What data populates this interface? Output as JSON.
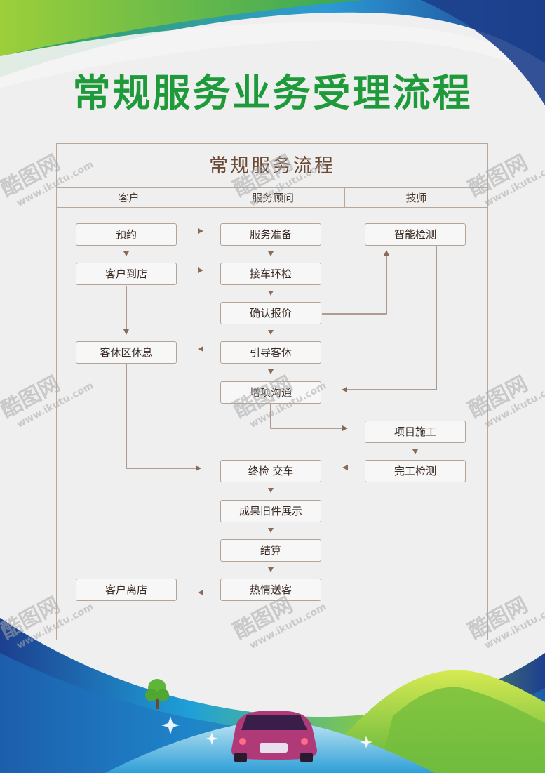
{
  "title": "常规服务业务受理流程",
  "subtitle": "常规服务流程",
  "lanes": [
    "客户",
    "服务顾问",
    "技师"
  ],
  "steps": {
    "yuyue": "预约",
    "daodian": "客户到店",
    "xiuxi": "客休区休息",
    "likai": "客户离店",
    "zhunbei": "服务准备",
    "jiechu": "接车环检",
    "baojia": "确认报价",
    "yindao": "引导客休",
    "zengxiang": "增项沟通",
    "zhongjian": "终检 交车",
    "zhanshi": "成果旧件展示",
    "jiesuan": "结算",
    "songke": "热情送客",
    "jiance": "智能检测",
    "shigong": "项目施工",
    "wangong": "完工检测"
  },
  "watermark": {
    "brand": "酷图网",
    "url": "www.ikutu.com"
  },
  "colors": {
    "title": "#1f9a3a",
    "subtitle": "#6b4a35",
    "line": "#8a6a58",
    "border": "#b9a79a"
  }
}
